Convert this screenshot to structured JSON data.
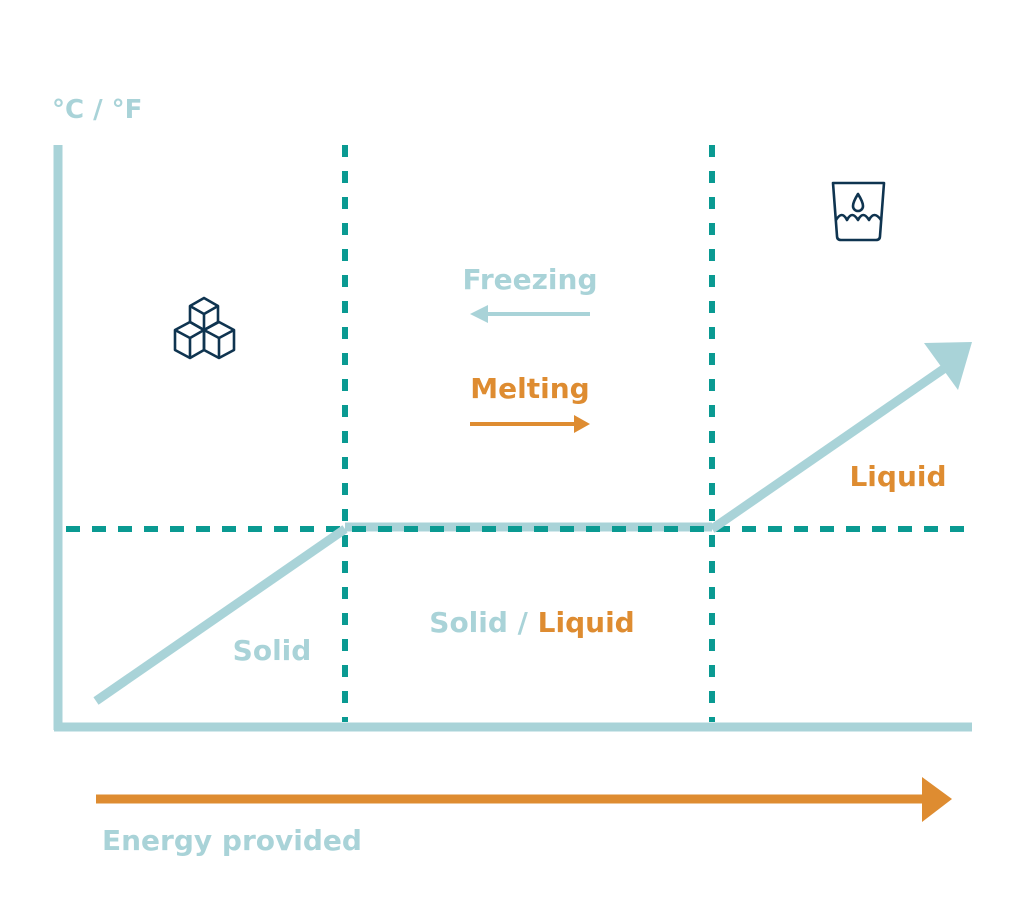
{
  "colors": {
    "light_blue": "#a9d3d8",
    "teal": "#0a9a92",
    "orange": "#de8c31",
    "navy": "#0f3450"
  },
  "axis": {
    "y_label": "°C / °F",
    "x_label": "Energy provided"
  },
  "phases": {
    "solid": "Solid",
    "transition_solid": "Solid",
    "transition_sep": " / ",
    "transition_liquid": "Liquid",
    "liquid": "Liquid"
  },
  "processes": {
    "freezing": "Freezing",
    "melting": "Melting"
  },
  "icons": {
    "solid": "ice-cubes-icon",
    "liquid": "water-glass-icon"
  }
}
